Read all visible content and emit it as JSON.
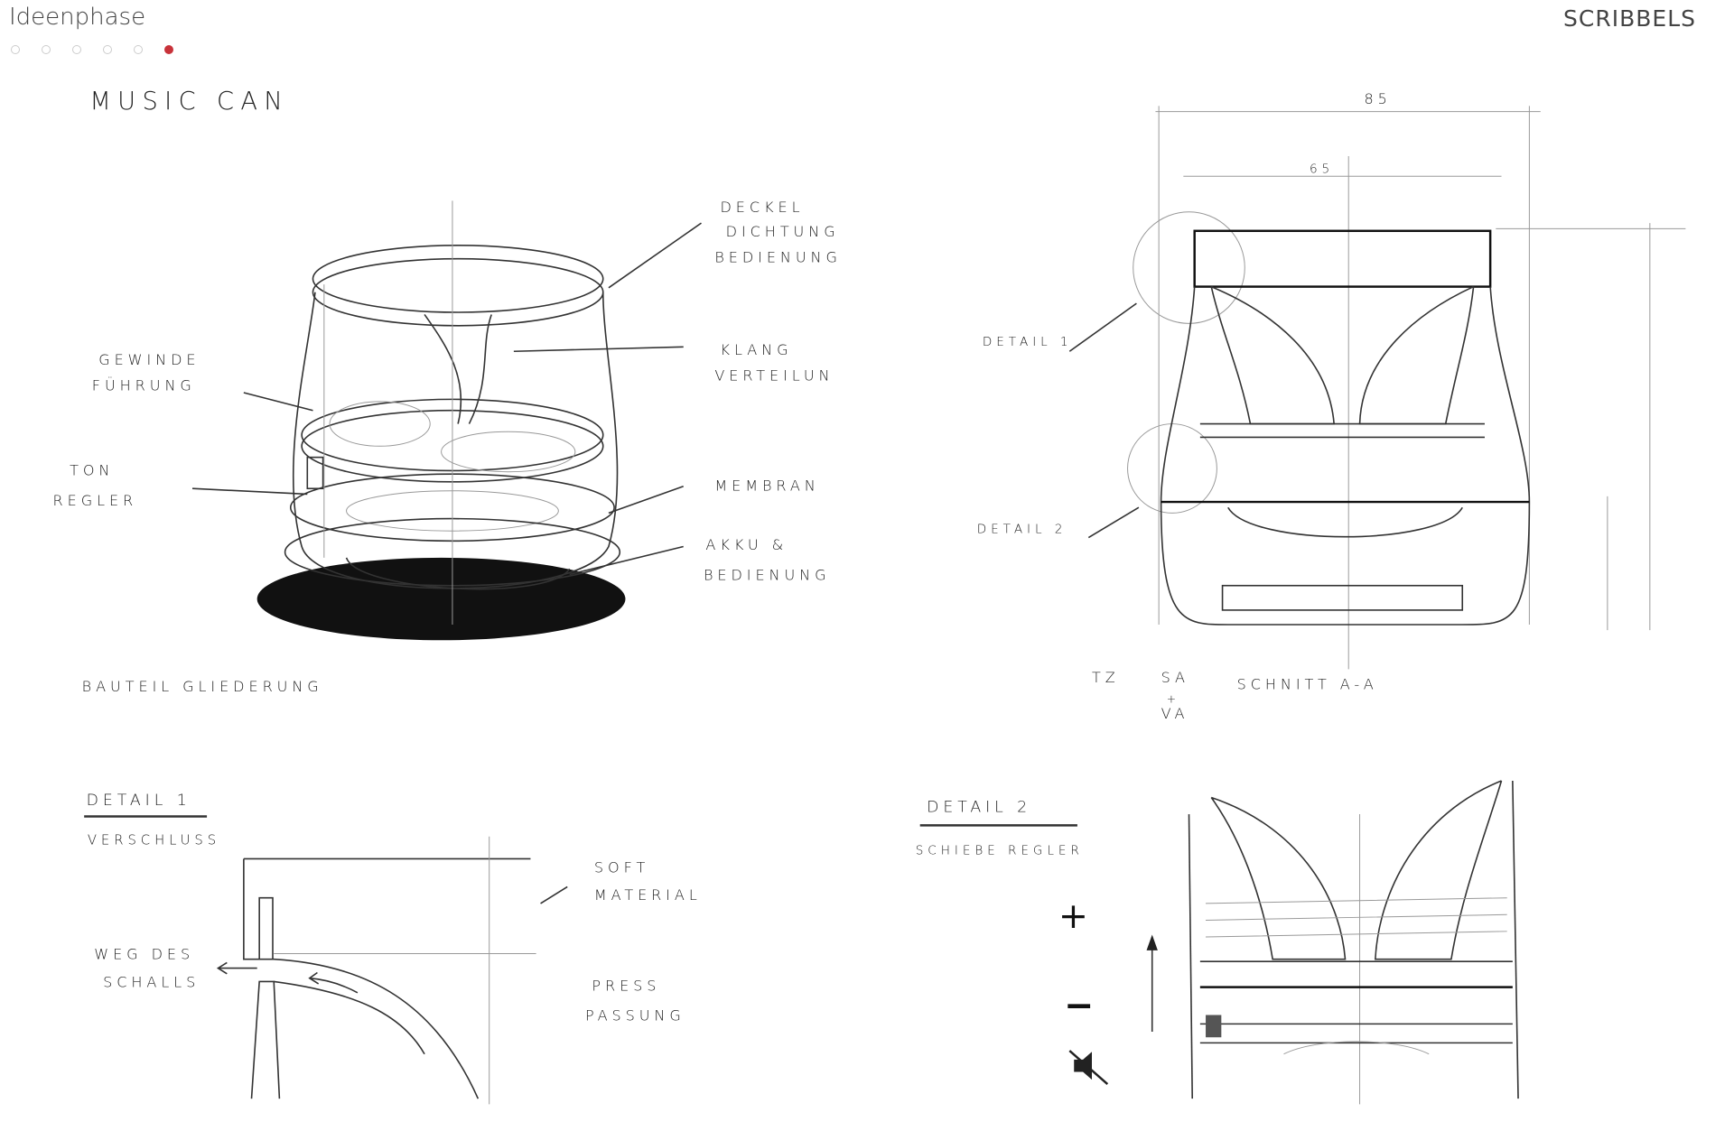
{
  "header": {
    "section_title": "Ideenphase",
    "page_label": "SCRIBBELS",
    "pagination": {
      "total": 6,
      "active_index": 5,
      "active_color": "#c8323a",
      "inactive_color": "#cccccc"
    }
  },
  "sketch": {
    "title": "MUSIC CAN",
    "perspective_labels": {
      "deckel": "DECKEL",
      "dichtung": "DICHTUNG",
      "bedienung_top": "BEDIENUNG",
      "gewinde": "GEWINDE",
      "fuehrung": "FÜHRUNG",
      "klang": "KLANG",
      "verteilung": "VERTEILUN",
      "ton": "TON",
      "regler": "REGLER",
      "membran": "MEMBRAN",
      "akku": "AKKU &",
      "bedienung_bottom": "BEDIENUNG",
      "caption": "BAUTEIL GLIEDERUNG"
    },
    "section_view": {
      "dim_outer": "85",
      "dim_inner": "65",
      "detail1": "DETAIL 1",
      "detail2": "DETAIL 2",
      "tz": "TZ",
      "sa": "SA",
      "plus": "+",
      "va": "VA",
      "caption": "SCHNITT A-A"
    },
    "detail1": {
      "title": "DETAIL 1",
      "subtitle": "VERSCHLUSS",
      "soft": "SOFT",
      "material": "MATERIAL",
      "weg": "WEG DES",
      "schalls": "SCHALLS",
      "press": "PRESS",
      "passung": "PASSUNG"
    },
    "detail2": {
      "title": "DETAIL 2",
      "subtitle": "SCHIEBE REGLER",
      "plus": "+",
      "minus": "−"
    }
  }
}
